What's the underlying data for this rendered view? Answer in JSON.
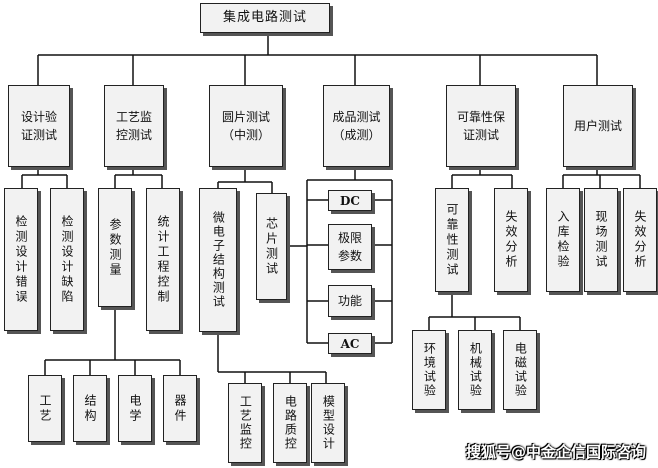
{
  "root": "集成电路测试",
  "level1": {
    "design": "设计验证测试",
    "process": "工艺监控测试",
    "wafer": "圆片测试（中测）",
    "final": "成品测试（成测）",
    "reliability": "可靠性保证测试",
    "user": "用户测试"
  },
  "design_children": [
    "检测设计错误",
    "检测设计缺陷"
  ],
  "process_children": [
    "参数测量",
    "统计工程控制"
  ],
  "param_children": [
    "工艺",
    "结构",
    "电学",
    "器件"
  ],
  "wafer_children": [
    "微电子结构测试",
    "芯片测试"
  ],
  "micro_children": [
    "工艺监控",
    "电路质控",
    "模型设计"
  ],
  "final_children": [
    "DC",
    "极限参数",
    "功能",
    "AC"
  ],
  "reliability_children": [
    "可靠性测试",
    "失效分析"
  ],
  "rel_test_children": [
    "环境试验",
    "机械试验",
    "电磁试验"
  ],
  "user_children": [
    "入库检验",
    "现场测试",
    "失效分析"
  ],
  "watermark": "搜狐号@中金企信国际咨询"
}
